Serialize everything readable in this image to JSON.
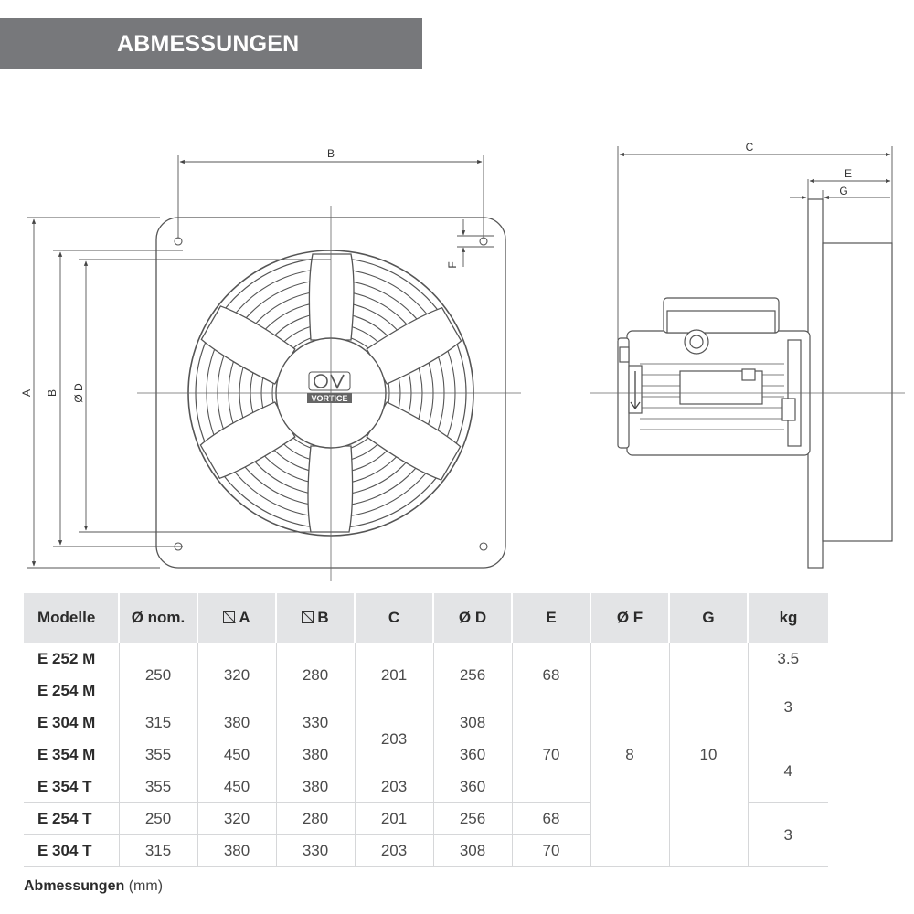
{
  "header": {
    "title": "ABMESSUNGEN"
  },
  "drawing": {
    "front_labels": {
      "A": "A",
      "B_top": "B",
      "B_side": "B",
      "D": "Ø D",
      "F": "F"
    },
    "side_labels": {
      "C": "C",
      "E": "E",
      "G": "G"
    },
    "logo_text": "VORTICE"
  },
  "table": {
    "headers": [
      "Modelle",
      "Ø nom.",
      "A",
      "B",
      "C",
      "Ø D",
      "E",
      "Ø F",
      "G",
      "kg"
    ],
    "models": [
      "E 252 M",
      "E 254 M",
      "E 304 M",
      "E 354 M",
      "E 354 T",
      "E 254 T",
      "E 304 T"
    ],
    "cells": {
      "nom_1": "250",
      "A_1": "320",
      "B_1": "280",
      "C_1": "201",
      "D_1": "256",
      "E_1": "68",
      "kg_1": "3.5",
      "kg_2": "3",
      "nom_3": "315",
      "A_3": "380",
      "B_3": "330",
      "C_3": "203",
      "D_3": "308",
      "E_3": "70",
      "F_all": "8",
      "G_all": "10",
      "nom_4": "355",
      "A_4": "450",
      "B_4": "380",
      "D_4": "360",
      "kg_4": "4",
      "nom_5": "355",
      "A_5": "450",
      "B_5": "380",
      "C_5": "203",
      "D_5": "360",
      "nom_6": "250",
      "A_6": "320",
      "B_6": "280",
      "C_6": "201",
      "D_6": "256",
      "E_6": "68",
      "kg_6": "3",
      "nom_7": "315",
      "A_7": "380",
      "B_7": "330",
      "C_7": "203",
      "D_7": "308",
      "E_7": "70"
    }
  },
  "footnote": {
    "bold": "Abmessungen",
    "unit": "(mm)"
  }
}
